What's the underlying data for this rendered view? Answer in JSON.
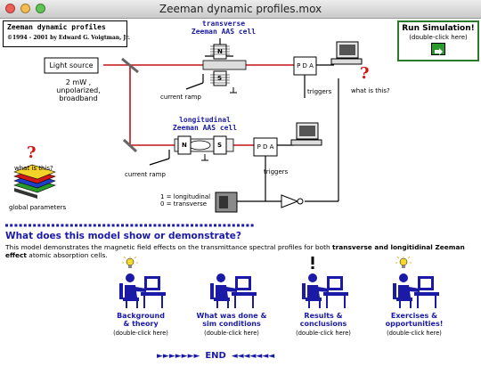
{
  "window": {
    "title": "Zeeman dynamic profiles.mox"
  },
  "copyright": {
    "line1": "Zeeman dynamic profiles",
    "line2": "©1994 - 2001 by Edward G. Voigtman, Jr."
  },
  "run": {
    "label": "Run Simulation!",
    "hint": "(double-click here)"
  },
  "diagram": {
    "transverse_cell": {
      "line1": "transverse",
      "line2": "Zeeman AAS cell"
    },
    "longitudinal_cell": {
      "line1": "longitudinal",
      "line2": "Zeeman AAS cell"
    },
    "light_source": "Light source",
    "source_desc": {
      "line1": "2 mW , unpolarized,",
      "line2": "broadband"
    },
    "current_ramp": "current ramp",
    "pda": "P D A",
    "triggers": "triggers",
    "what_is_this": "what is this?",
    "mode": {
      "line1": "1 = longitudinal",
      "line2": "0 = transverse"
    },
    "global_parameters": "global parameters",
    "magnet_n": "N",
    "magnet_s": "S"
  },
  "section": {
    "title": "What does this model show or demonstrate?",
    "description_prefix": "This model demonstrates the magnetic field effects on the transmittance spectral profiles for both",
    "description_bold": "transverse and longitidinal Zeeman effect",
    "description_suffix": "atomic absorption cells."
  },
  "topics": [
    {
      "label1": "Background",
      "label2": "& theory",
      "hint": "(double-click here)",
      "icon": "lightbulb-icon"
    },
    {
      "label1": "What was done &",
      "label2": "sim conditions",
      "hint": "(double-click here)",
      "icon": "none"
    },
    {
      "label1": "Results &",
      "label2": "conclusions",
      "hint": "(double-click here)",
      "icon": "exclamation-icon"
    },
    {
      "label1": "Exercises &",
      "label2": "opportunities!",
      "hint": "(double-click here)",
      "icon": "lightbulb-icon"
    }
  ],
  "end": {
    "arrows_left": "►►►►►►►",
    "label": "END",
    "arrows_right": "◄◄◄◄◄◄◄"
  },
  "colors": {
    "beam": "#c41414",
    "wire": "#000000",
    "accent_blue": "#1a1aa6",
    "run_border": "#2a7a2a",
    "question": "#d21515"
  }
}
